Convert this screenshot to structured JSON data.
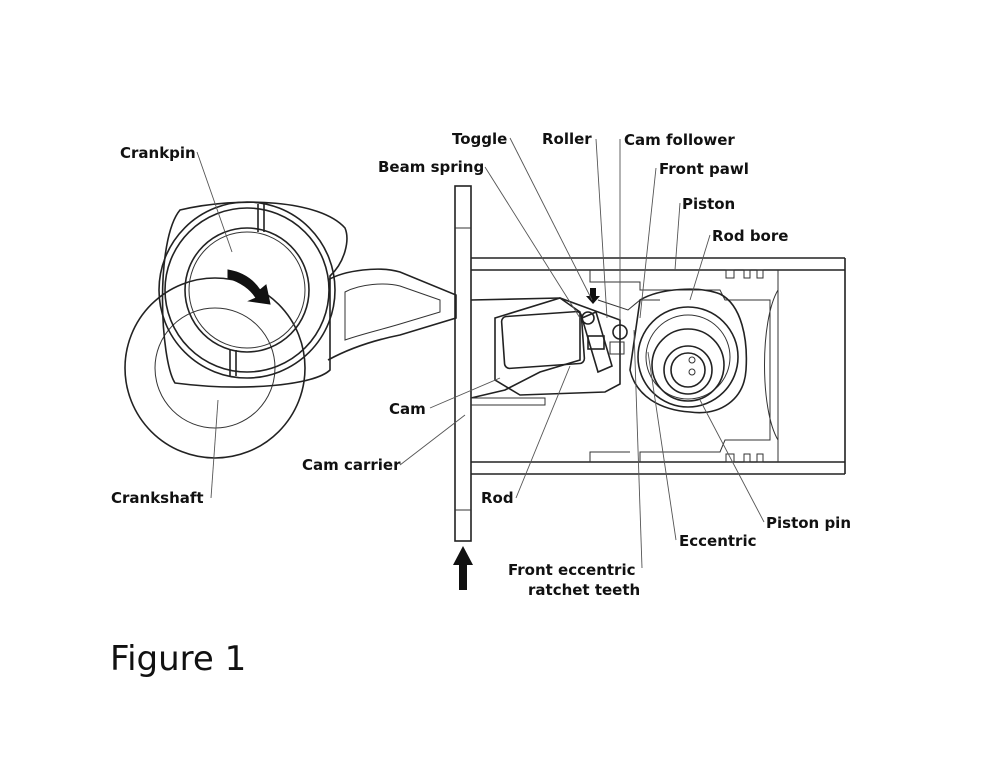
{
  "figure": {
    "caption": "Figure 1",
    "labels": {
      "crankpin": "Crankpin",
      "crankshaft": "Crankshaft",
      "toggle": "Toggle",
      "roller": "Roller",
      "cam_follower": "Cam follower",
      "beam_spring": "Beam spring",
      "front_pawl": "Front pawl",
      "piston": "Piston",
      "rod_bore": "Rod bore",
      "cam": "Cam",
      "cam_carrier": "Cam carrier",
      "rod": "Rod",
      "piston_pin": "Piston pin",
      "eccentric": "Eccentric",
      "front_eccentric_line1": "Front eccentric",
      "front_eccentric_line2": "ratchet teeth"
    },
    "colors": {
      "line": "#222222",
      "arrow": "#111111",
      "background": "#ffffff"
    },
    "icons": {
      "rotation": "curved-arrow-icon",
      "motion": "up-arrow-icon"
    }
  }
}
